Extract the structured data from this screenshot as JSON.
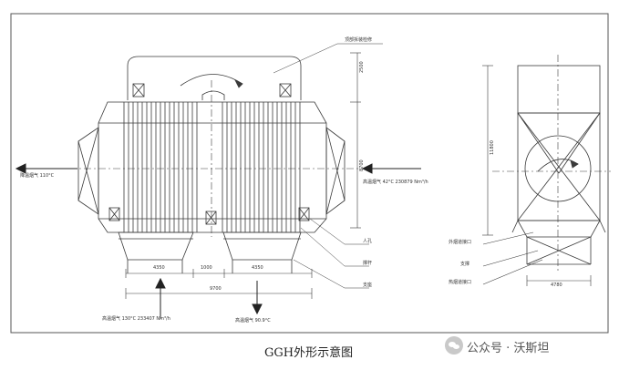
{
  "caption": "GGH外形示意图",
  "watermark": {
    "text": "公众号 · 沃斯坦"
  },
  "labels": {
    "top_header": "顶部拆装检修",
    "flue_out_left": "降温烟气 110°C",
    "flue_in_right": "高温烟气 42°C 230879 Nm³/h",
    "flue_in_bottom": "高温烟气 130°C 233407 Nm³/h",
    "flue_out_bottom": "高温烟气 90.9°C",
    "callout_1": "人孔",
    "callout_2": "撑杆",
    "callout_3": "支座",
    "side_label_1": "外烟道接口",
    "side_label_2": "支撑",
    "side_label_3": "热烟道接口"
  },
  "dimensions": {
    "height_top": "2500",
    "height_mid": "8700",
    "width_left": "4350",
    "gap": "1000",
    "width_right": "4350",
    "total_width": "9700",
    "side_height": "11800",
    "side_width": "4780"
  },
  "colors": {
    "line": "#3a3a3a",
    "background": "#ffffff"
  }
}
